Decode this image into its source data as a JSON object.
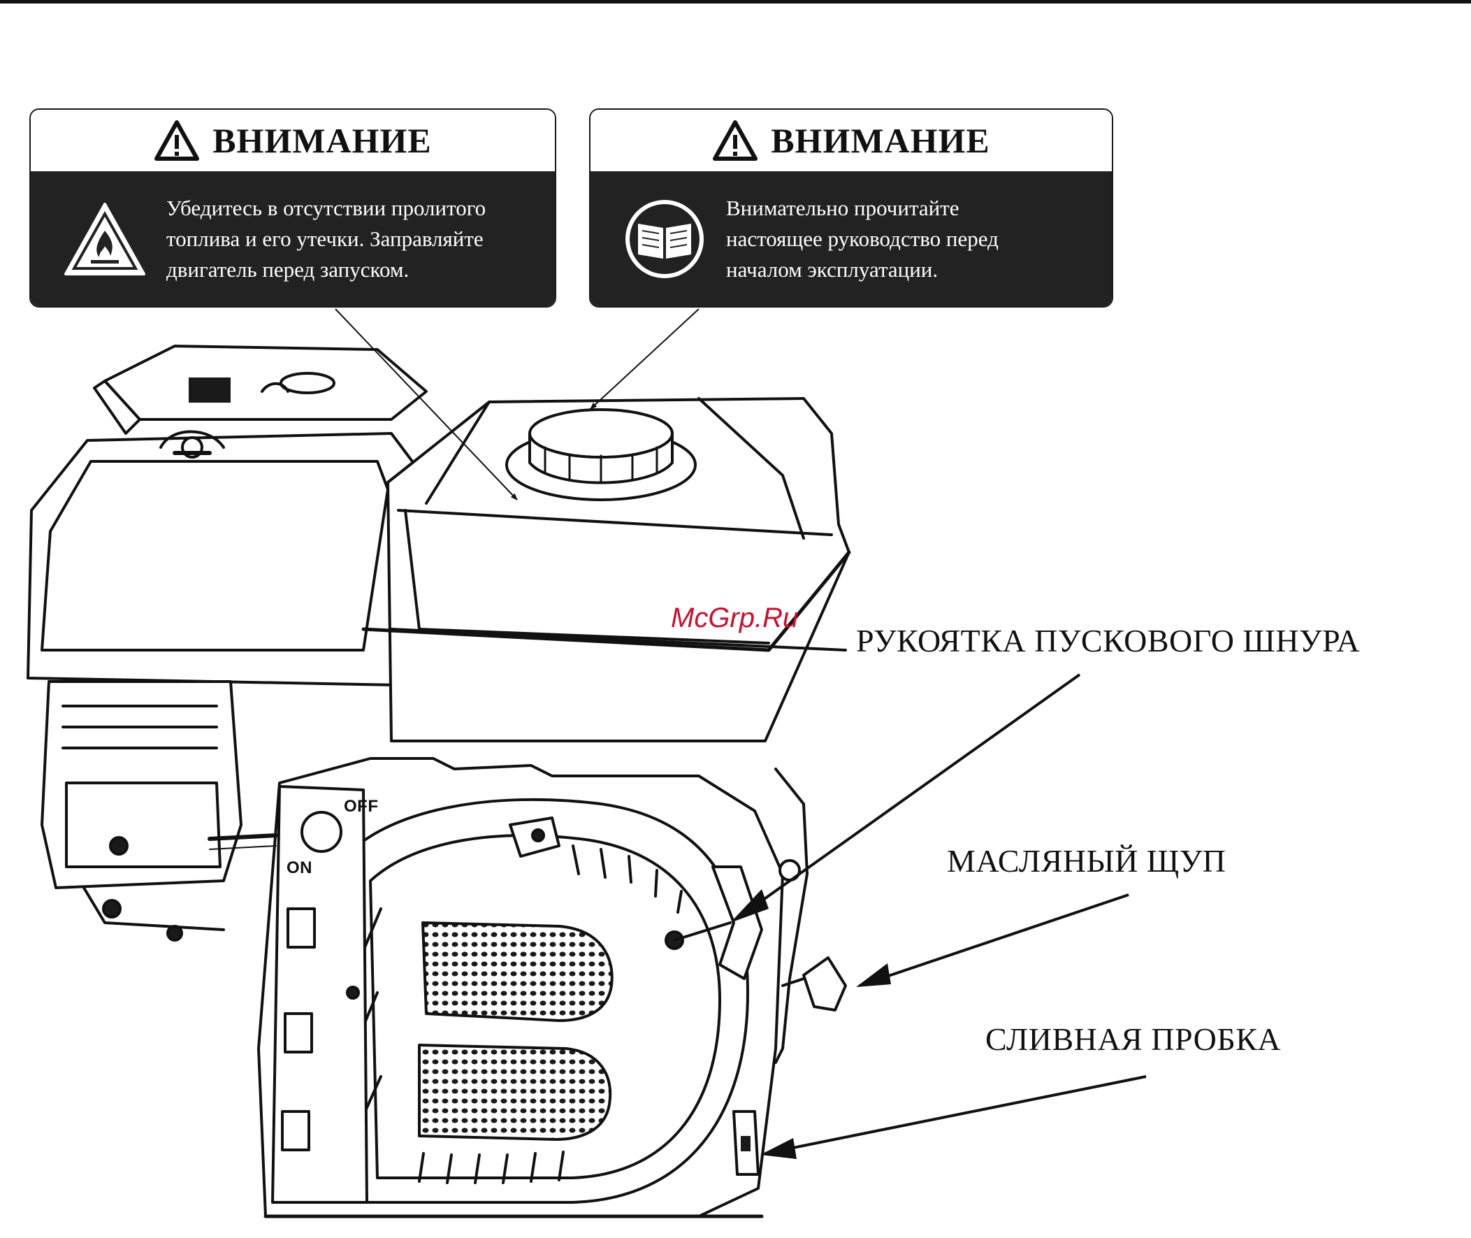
{
  "warning_label_fuel": {
    "title": "ВНИМАНИЕ",
    "lines": [
      "Убедитесь в отсутствии пролитого",
      "топлива и его утечки. Заправляйте",
      "двигатель перед запуском."
    ],
    "icon": "fire-warning-icon"
  },
  "warning_label_manual": {
    "title": "ВНИМАНИЕ",
    "lines": [
      "Внимательно прочитайте",
      "настоящее руководство перед",
      "началом эксплуатации."
    ],
    "icon": "manual-book-icon"
  },
  "callouts": {
    "starter_handle": "РУКОЯТКА ПУСКОВОГО ШНУРА",
    "oil_dipstick": "МАСЛЯНЫЙ ЩУП",
    "drain_plug": "СЛИВНАЯ ПРОБКА"
  },
  "switch": {
    "off_label": "OFF",
    "on_label": "ON"
  },
  "watermark": "McGrp.Ru",
  "colors": {
    "label_dark": "#222222",
    "watermark": "#c8102e"
  }
}
